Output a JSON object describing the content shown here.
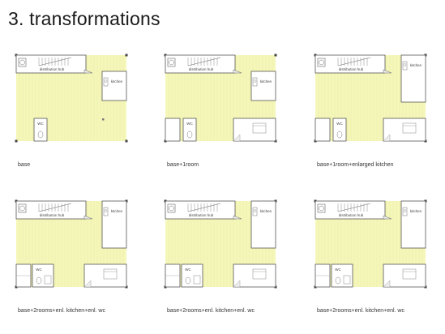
{
  "title": "3. transformations",
  "labels": {
    "hub": "distribution hub",
    "kitchen": "kitchen",
    "wc": "WC"
  },
  "colors": {
    "floor": "#f5f7b8",
    "walls": "#555555",
    "accent": "#f0f2a0"
  },
  "panels": [
    {
      "caption": "base",
      "rooms": 0,
      "enlarged_kitchen": false,
      "enlarged_wc": false
    },
    {
      "caption": "base+1room",
      "rooms": 1,
      "enlarged_kitchen": false,
      "enlarged_wc": false
    },
    {
      "caption": "base+1room+enlarged kitchen",
      "rooms": 1,
      "enlarged_kitchen": true,
      "enlarged_wc": false
    },
    {
      "caption": "base+2rooms+enl. kitchen+enl. wc",
      "rooms": 2,
      "enlarged_kitchen": true,
      "enlarged_wc": true
    },
    {
      "caption": "base+2rooms+enl. kitchen+enl. wc",
      "rooms": 2,
      "enlarged_kitchen": true,
      "enlarged_wc": true
    },
    {
      "caption": "base+2rooms+enl. kitchen+enl. wc",
      "rooms": 2,
      "enlarged_kitchen": true,
      "enlarged_wc": true
    }
  ]
}
